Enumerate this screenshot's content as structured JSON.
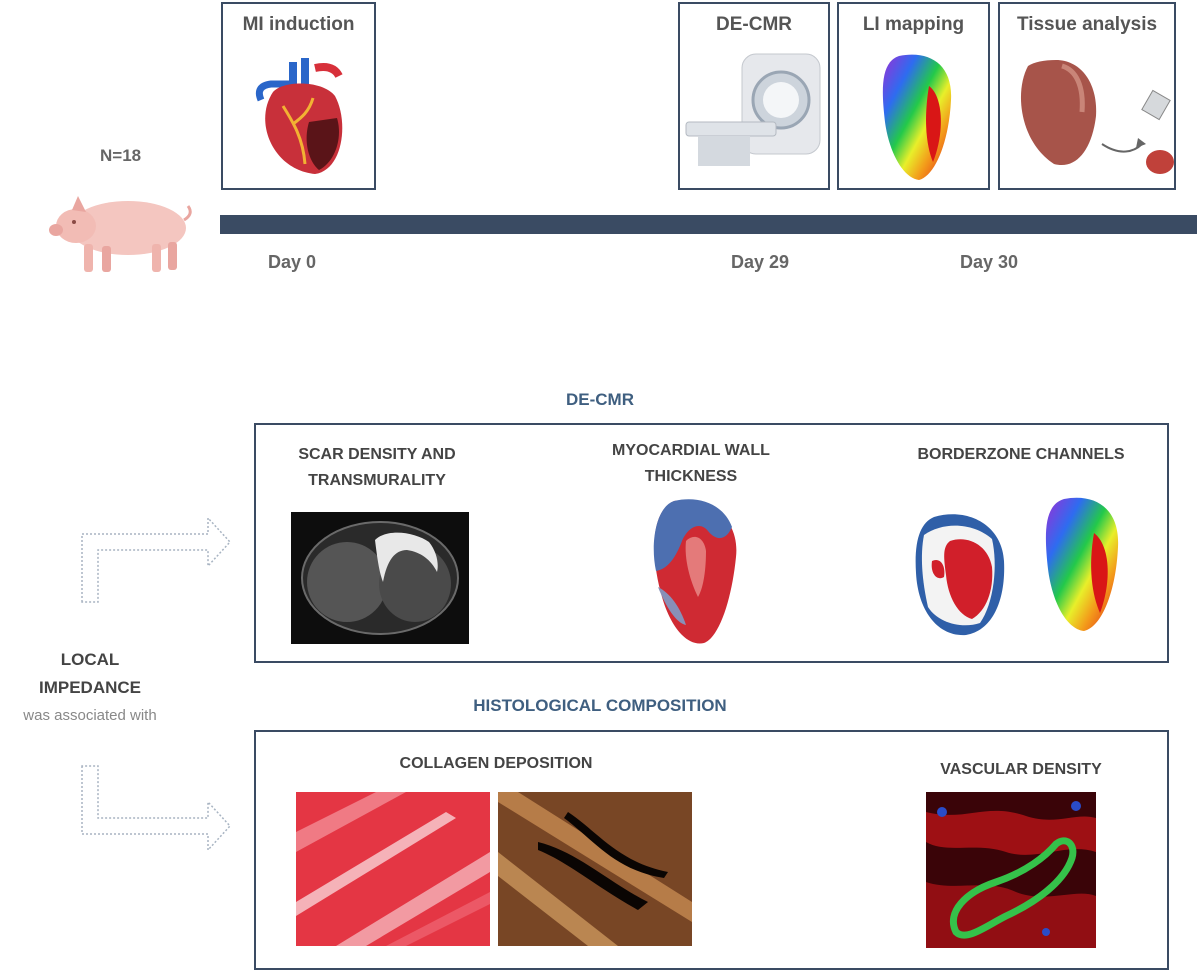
{
  "cohort": {
    "count_label": "N=18",
    "animal_icon": "pig-icon"
  },
  "stages": {
    "mi": {
      "title": "MI induction",
      "icon": "heart-icon"
    },
    "decmr": {
      "title": "DE-CMR",
      "icon": "mri-scanner-icon"
    },
    "li": {
      "title": "LI mapping",
      "icon": "ventricle-map-icon"
    },
    "tissue": {
      "title": "Tissue analysis",
      "icon": "heart-tissue-icon"
    }
  },
  "timeline": {
    "color": "#3a4b63",
    "day0": "Day 0",
    "day29": "Day 29",
    "day30": "Day 30"
  },
  "side_label": {
    "line1": "LOCAL",
    "line2": "IMPEDANCE",
    "line3": "was associated with"
  },
  "decmr_section": {
    "title": "DE-CMR",
    "scar": {
      "line1": "SCAR DENSITY AND",
      "line2": "TRANSMURALITY"
    },
    "wall": {
      "line1": "MYOCARDIAL  WALL",
      "line2": "THICKNESS"
    },
    "bz": {
      "line1": "BORDERZONE CHANNELS"
    }
  },
  "histo_section": {
    "title": "HISTOLOGICAL COMPOSITION",
    "collagen": "COLLAGEN DEPOSITION",
    "vascular": "VASCULAR DENSITY"
  },
  "colors": {
    "frame": "#3a4b63",
    "section_title": "#3f5f80"
  }
}
